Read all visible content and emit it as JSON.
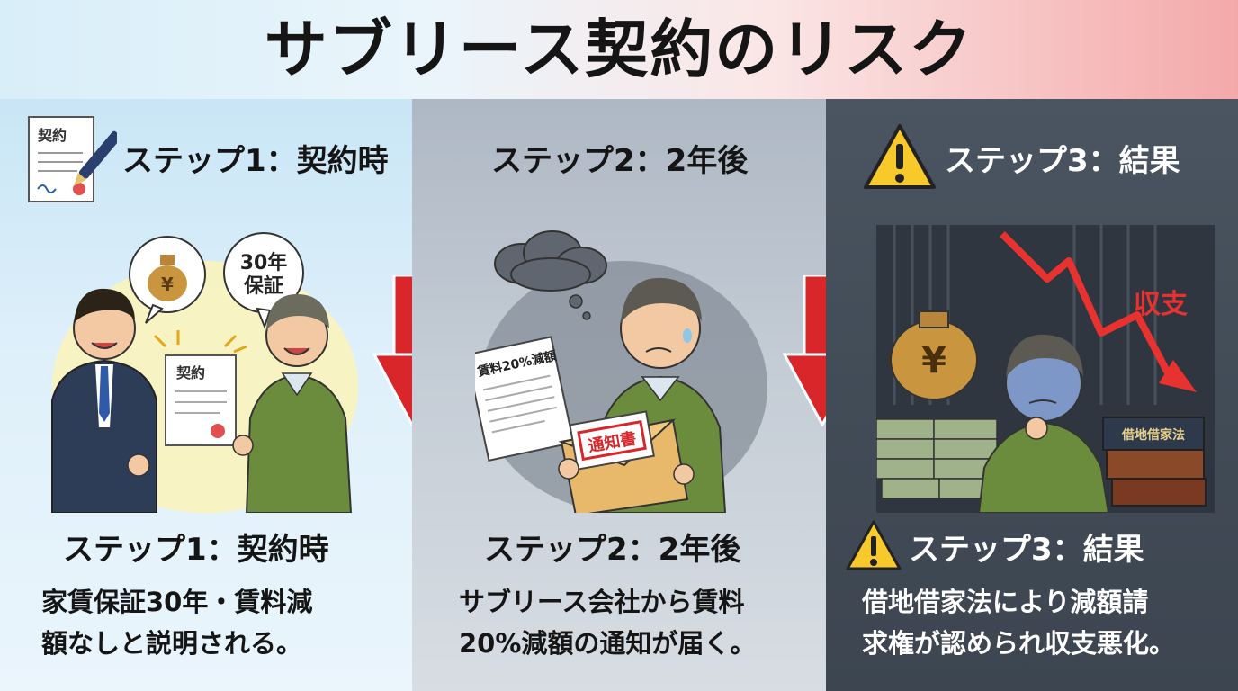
{
  "title": "サブリース契約のリスク",
  "steps": [
    {
      "heading": "ステップ1：契約時",
      "caption_title": "ステップ1：契約時",
      "caption_lines": [
        "家賃保証30年・賃料減",
        "額なしと説明される。"
      ],
      "art": {
        "document_label": "契約",
        "bubble_yen": "¥",
        "bubble_guarantee_line1": "30年",
        "bubble_guarantee_line2": "保証"
      }
    },
    {
      "heading": "ステップ2：2年後",
      "caption_title": "ステップ2：2年後",
      "caption_lines": [
        "サブリース会社から賃料",
        "20%減額の通知が届く。"
      ],
      "art": {
        "letter_label": "賃料20%減額",
        "notice_label": "通知書"
      }
    },
    {
      "heading": "ステップ3：結果",
      "caption_title": "ステップ3：結果",
      "caption_lines": [
        "借地借家法により減額請",
        "求権が認められ収支悪化。"
      ],
      "art": {
        "bag_yen": "¥",
        "chart_label": "収支",
        "book_label": "借地借家法"
      }
    }
  ],
  "colors": {
    "arrow_red": "#d8262b",
    "warning_yellow": "#f7c92a",
    "suit_navy": "#2d3d58",
    "sweater_green": "#6b8c3d",
    "money_green": "#9fb28a",
    "text_dark": "#151515",
    "text_light": "#ffffff"
  },
  "icons": [
    "contract-pen-icon",
    "down-arrow-icon",
    "warning-icon"
  ]
}
